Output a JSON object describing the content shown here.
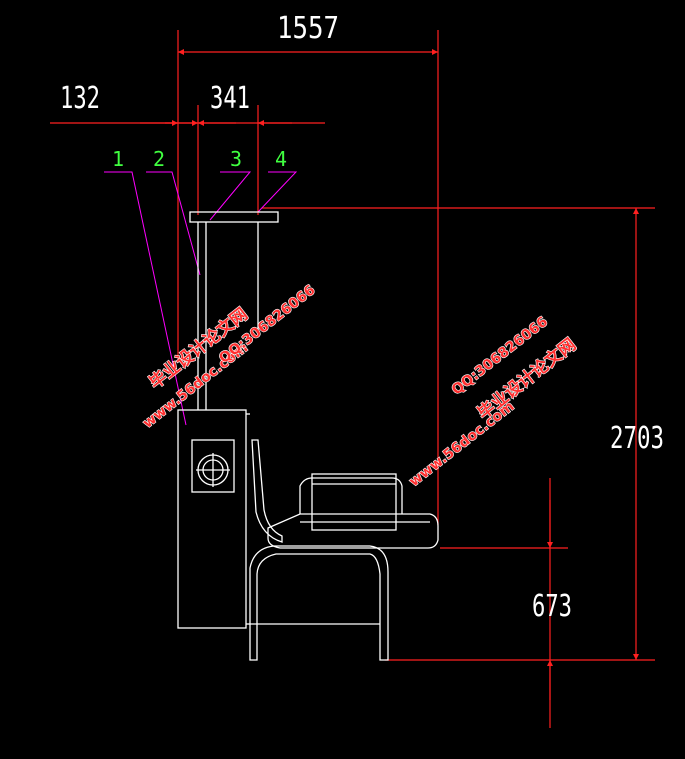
{
  "colors": {
    "background": "#000000",
    "outline": "#ffffff",
    "dimension": "#ff2020",
    "leader": "#ff00ff",
    "callout_text": "#40ff40",
    "watermark": "#ff3030"
  },
  "dimensions": {
    "overall_width": "1557",
    "left_offset": "132",
    "pipe_spacing": "341",
    "overall_height": "2703",
    "seat_height": "673"
  },
  "callouts": [
    "1",
    "2",
    "3",
    "4"
  ],
  "watermarks": [
    {
      "site": "www.56doc.com",
      "qq": "QQ:306826066",
      "title": "毕业设计论文网"
    },
    {
      "site": "www.56doc.com",
      "qq": "QQ:306826066",
      "title": "毕业设计论文网"
    }
  ]
}
